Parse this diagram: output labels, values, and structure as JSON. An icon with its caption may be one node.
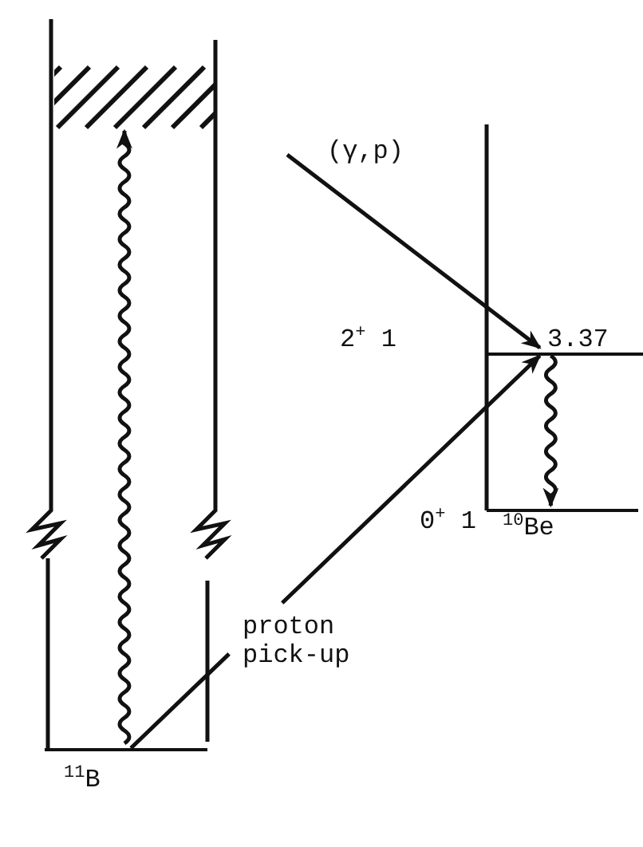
{
  "diagram": {
    "nodes": [
      {
        "text": [
          "$^{11}$B"
        ]
      },
      {
        "text": [
          "3.37"
        ],
        "beside": [
          "2$^{+}$ 1"
        ]
      },
      {
        "text": [
          "$^{10}$Be"
        ],
        "beside": [
          "0$^{+}$ 1"
        ]
      },
      {
        "text": [],
        "shape": "box"
      }
    ],
    "edges": [
      {
        "from": null,
        "to": 1,
        "arrow": "to",
        "label": "(γ,p)"
      },
      {
        "from": 0,
        "to": 1,
        "arrow": "to",
        "label": "proton pick-up"
      },
      {
        "from": 1,
        "to": 2,
        "arrow": "to"
      },
      {
        "from": 0,
        "to": 3,
        "arrow": "to"
      }
    ]
  }
}
